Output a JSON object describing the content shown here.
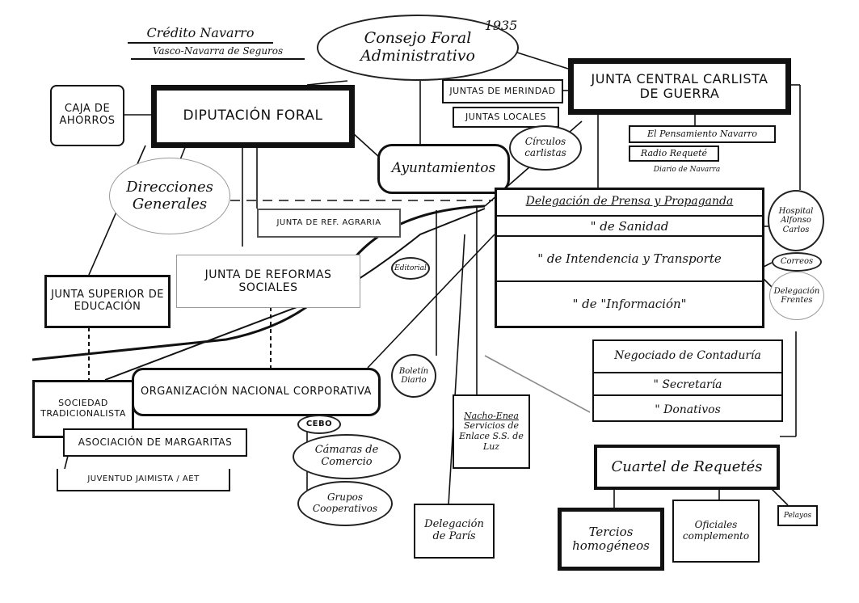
{
  "header": {
    "line1": "Crédito Navarro",
    "line2": "Vasco-Navarra de Seguros",
    "year": "1935"
  },
  "nodes": {
    "consejo": "Consejo Foral Administrativo",
    "caja": "Caja de Ahorros",
    "diputacion": "Diputación Foral",
    "direcciones": "Direcciones Generales",
    "merindad": "Juntas de Merindad",
    "locales": "Juntas Locales",
    "junta_central": "Junta Central Carlista de Guerra",
    "ayuntamientos": "Ayuntamientos",
    "circulos": "Círculos carlistas",
    "pensamiento": "El Pensamiento Navarro",
    "radio": "Radio Requeté",
    "diario_navarra": "Diario de Navarra",
    "ref_agraria": "Junta de Ref. Agraria",
    "reformas_sociales": "Junta de Reformas Sociales",
    "educacion": "Junta Superior de Educación",
    "editorial": "Editorial",
    "boletin": "Boletín Diario",
    "sociedad": "Sociedad Tradicionalista",
    "onc": "Organización Nacional Corporativa",
    "margaritas": "Asociación de Margaritas",
    "juventud": "Juventud Jaimista / AET",
    "cebo": "CEBO",
    "camaras": "Cámaras de Comercio",
    "grupos": "Grupos Cooperativos",
    "nacho_title": "Nacho-Enea",
    "nacho_body": "Servicios de Enlace S.S. de Luz",
    "paris": "Delegación de París",
    "cuartel": "Cuartel de Requetés",
    "tercios": "Tercios homogéneos",
    "oficiales": "Oficiales complemento",
    "pelayos": "Pelayos",
    "hospital": "Hospital Alfonso Carlos",
    "correos": "Correos",
    "frentes": "Delegación Frentes"
  },
  "delegaciones": [
    "Delegación de Prensa y Propaganda",
    "\"     de Sanidad",
    "\"     de Intendencia y Transporte",
    "\"     de \"Información\""
  ],
  "negociados": [
    "Negociado de Contaduría",
    "\"     Secretaría",
    "\"     Donativos"
  ]
}
